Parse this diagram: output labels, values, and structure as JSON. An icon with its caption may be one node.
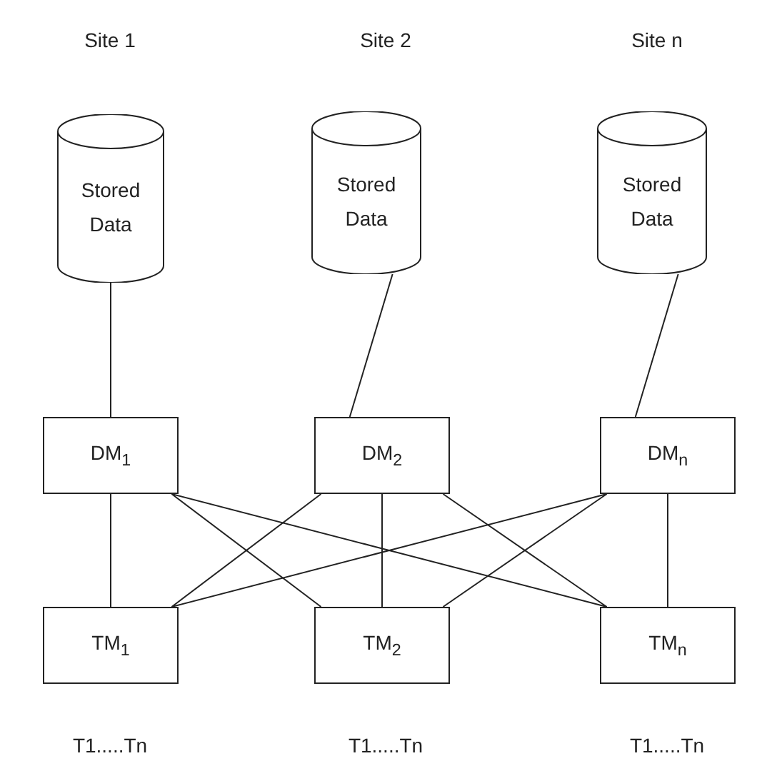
{
  "diagram": {
    "nodes": [
      {
        "text": [
          "Stored Data"
        ]
      },
      {
        "text": [
          "Stored Data"
        ]
      },
      {
        "text": [
          "Stored Data"
        ]
      },
      {
        "text": [
          "DM$_{1}$"
        ]
      },
      {
        "text": [
          "DM$_{2}$"
        ]
      },
      {
        "text": [
          "DM$_{n}$"
        ]
      },
      {
        "text": [
          "TM$_{1}$"
        ]
      },
      {
        "text": [
          "TM$_{2}$"
        ]
      },
      {
        "text": [
          "TM$_{n}$"
        ]
      }
    ],
    "edges": [
      {
        "from": 0,
        "to": 3,
        "arrow": "none"
      },
      {
        "from": 1,
        "to": 4,
        "arrow": "none"
      },
      {
        "from": 2,
        "to": 5,
        "arrow": "none"
      },
      {
        "from": 3,
        "to": 6,
        "arrow": "none"
      },
      {
        "from": 3,
        "to": 7,
        "arrow": "none"
      },
      {
        "from": 3,
        "to": 8,
        "arrow": "none"
      },
      {
        "from": 4,
        "to": 6,
        "arrow": "none"
      },
      {
        "from": 4,
        "to": 7,
        "arrow": "none"
      },
      {
        "from": 4,
        "to": 8,
        "arrow": "none"
      },
      {
        "from": 5,
        "to": 6,
        "arrow": "none"
      },
      {
        "from": 5,
        "to": 7,
        "arrow": "none"
      },
      {
        "from": 5,
        "to": 8,
        "arrow": "none"
      }
    ],
    "labels": [
      "Site 1",
      "Site 2",
      "Site n",
      "T1.....Tn",
      "T1.....Tn",
      "T1.....Tn"
    ]
  }
}
